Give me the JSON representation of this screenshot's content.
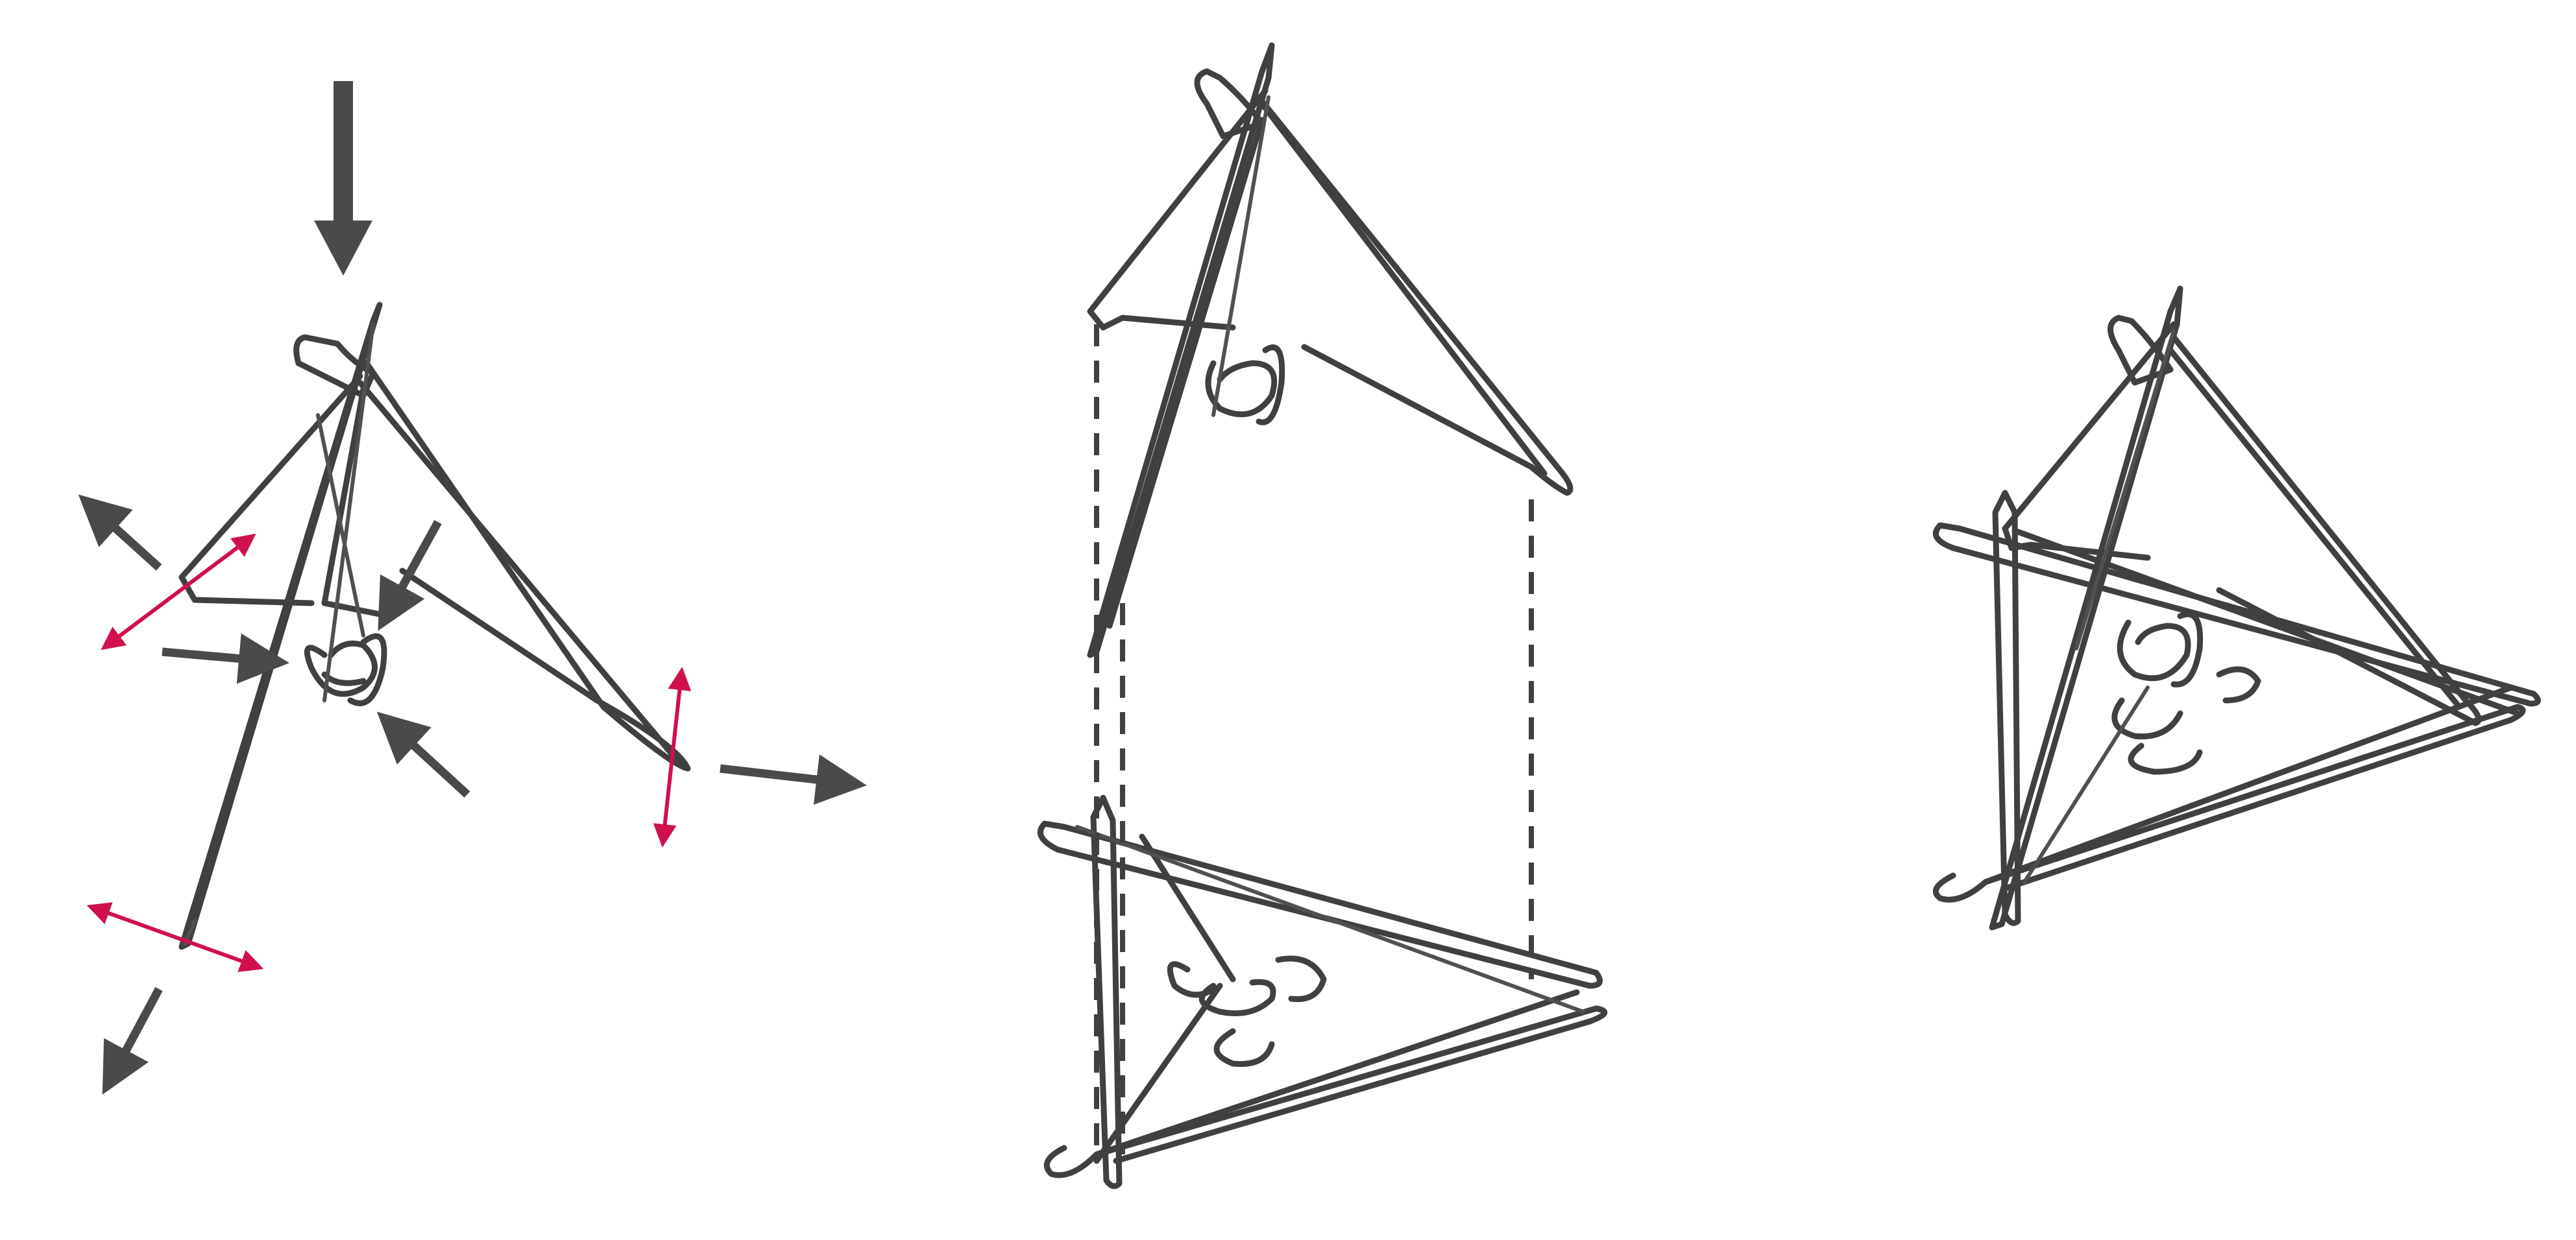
{
  "figure": {
    "panels": [
      {
        "name": "hanger-structure-forces",
        "contains": [
          "hanger-tetrahedron",
          "load-arrow",
          "force-arrows",
          "deformation-arrows"
        ]
      },
      {
        "name": "hanger-assembly-exploded",
        "contains": [
          "upper-hanger-pair",
          "lower-hanger-triangle",
          "alignment-guides"
        ]
      },
      {
        "name": "hanger-assembly-combined",
        "contains": [
          "combined-hanger-structure"
        ]
      }
    ],
    "colors": {
      "wire": "#404040",
      "force_arrow": "#4a4a4a",
      "deformation_arrow": "#d0104c",
      "background": "#ffffff"
    },
    "icons": [
      "down-arrow-icon",
      "outward-arrow-icon",
      "inward-arrow-icon",
      "double-headed-arrow-icon"
    ]
  }
}
